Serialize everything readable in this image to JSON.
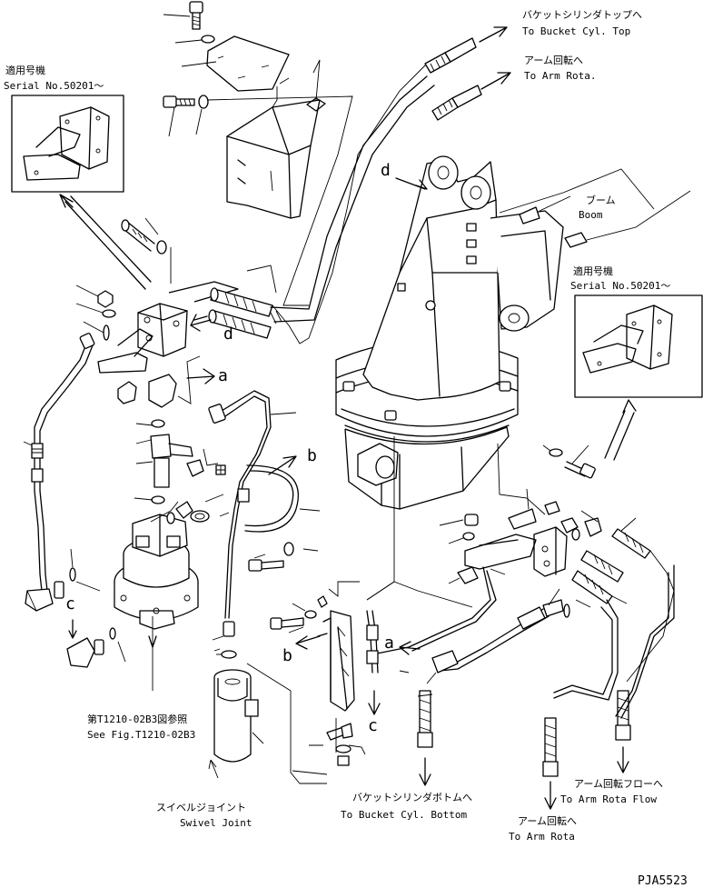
{
  "labels": {
    "bucket_top_jp": "バケットシリンダトップへ",
    "bucket_top_en": "To Bucket Cyl. Top",
    "arm_rota_jp": "アーム回転へ",
    "arm_rota_en": "To Arm Rota.",
    "serial_left_jp": "適用号機",
    "serial_left_en": "Serial No.50201～",
    "boom_jp": "ブーム",
    "boom_en": "Boom",
    "serial_right_jp": "適用号機",
    "serial_right_en": "Serial No.50201～",
    "ref_jp": "第T1210-02B3図参照",
    "ref_en": "See Fig.T1210-02B3",
    "swivel_jp": "スイベルジョイント",
    "swivel_en": "Swivel Joint",
    "bucket_bottom_jp": "バケットシリンダボトムへ",
    "bucket_bottom_en": "To Bucket Cyl. Bottom",
    "arm_rota_flow_jp": "アーム回転フローへ",
    "arm_rota_flow_en": "To Arm Rota Flow",
    "arm_rota2_jp": "アーム回転へ",
    "arm_rota2_en": "To Arm Rota",
    "drawing_no": "PJA5523"
  },
  "markers": {
    "d1": "d",
    "d2": "d",
    "a1": "a",
    "a2": "a",
    "b1": "b",
    "b2": "b",
    "c1": "c",
    "c2": "c"
  }
}
